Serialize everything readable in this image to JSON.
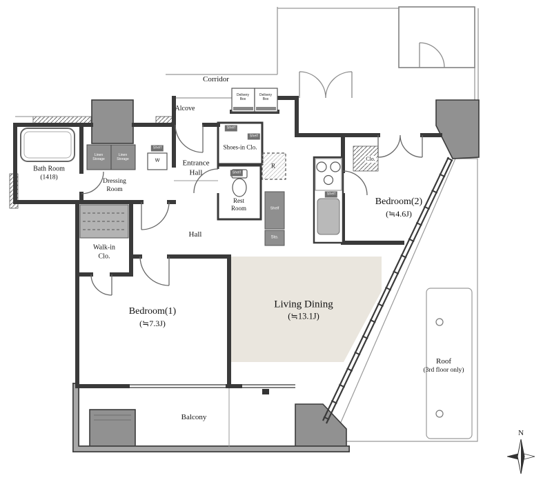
{
  "title": "Apartment floor plan",
  "colors": {
    "wall": "#3a3a3a",
    "structure_block": "#919191",
    "living_floor": "#eae6de",
    "fixture_gray": "#8f8f8f",
    "background": "#ffffff"
  },
  "labels": {
    "corridor": "Corridor",
    "alcove": "Alcove",
    "delivery_box": "Delivery Box",
    "shoes_in_closet": "Shoes-in Clo.",
    "entrance_hall": "Entrance Hall",
    "rest_room": "Rest Room",
    "hall": "Hall",
    "bath_room": "Bath Room",
    "bath_room_size": "(1418)",
    "dressing_room": "Dressing Room",
    "linen_storage": "Linen Storage",
    "shelf": "Shelf",
    "washer": "W",
    "walk_in_closet": "Walk-in Clo.",
    "bedroom1": "Bedroom(1)",
    "bedroom1_size": "(≒7.3J)",
    "bedroom2": "Bedroom(2)",
    "bedroom2_size": "(≒4.6J)",
    "living_dining": "Living Dining",
    "living_dining_size": "(≒13.1J)",
    "balcony": "Balcony",
    "roof": "Roof",
    "roof_note": "(3rd floor only)",
    "closet": "Clo.",
    "storage": "Sto.",
    "refrigerator": "R",
    "north": "N"
  }
}
